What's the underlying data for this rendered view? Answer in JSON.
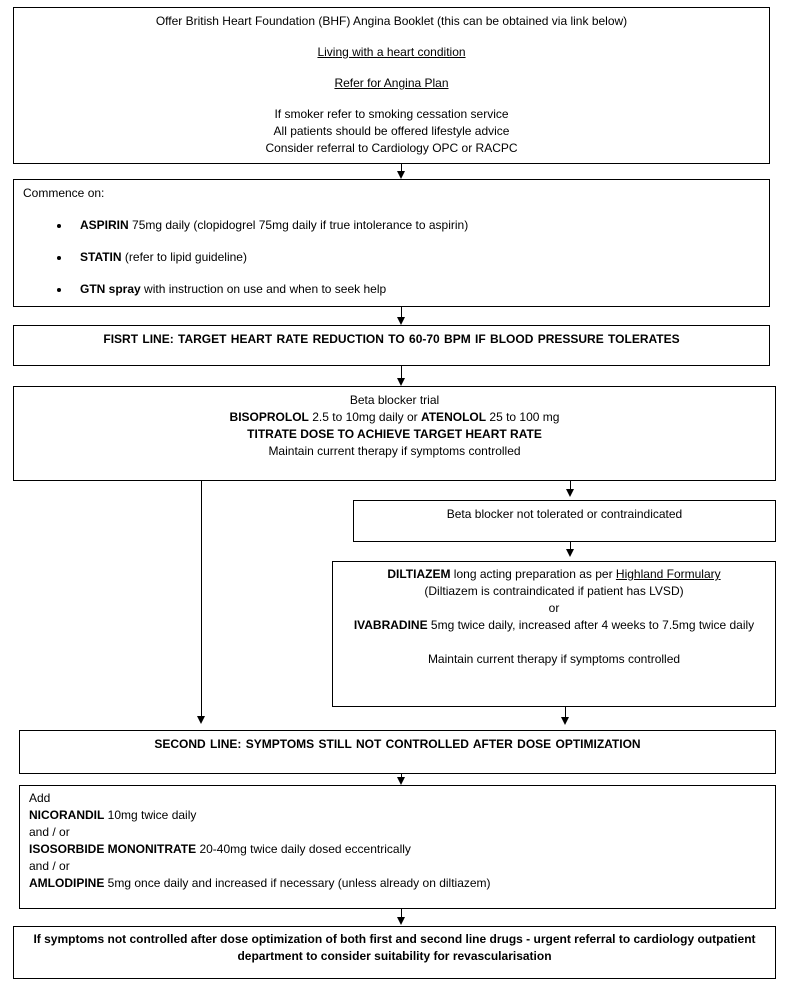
{
  "box1": {
    "line1": "Offer British Heart Foundation (BHF) Angina Booklet (this can be obtained via link below)",
    "link1": "Living with a heart condition",
    "link2": "Refer for Angina Plan",
    "line2": "If smoker refer to smoking cessation service",
    "line3": "All patients should be offered lifestyle advice",
    "line4": "Consider referral to Cardiology OPC or RACPC"
  },
  "box2": {
    "heading": "Commence on:",
    "items": [
      {
        "drug": "ASPIRIN",
        "text": " 75mg daily (clopidogrel 75mg daily if true intolerance to aspirin)"
      },
      {
        "drug": "STATIN",
        "text": " (refer to lipid guideline)"
      },
      {
        "drug": "GTN spray",
        "text": " with instruction on use and when to seek help"
      }
    ]
  },
  "box3": {
    "text": "FISRT LINE: TARGET HEART RATE REDUCTION TO 60-70 BPM IF BLOOD PRESSURE TOLERATES"
  },
  "box4": {
    "line1": "Beta blocker trial",
    "drug1": "BISOPROLOL",
    "dose1": " 2.5 to 10mg daily or ",
    "drug2": "ATENOLOL",
    "dose2": " 25 to 100 mg",
    "line3": "TITRATE DOSE TO ACHIEVE TARGET HEART RATE",
    "line4": "Maintain current therapy if symptoms controlled"
  },
  "box5": {
    "text": "Beta blocker not tolerated or contraindicated"
  },
  "box6": {
    "drug1": "DILTIAZEM",
    "text1": " long acting preparation as per ",
    "link": "Highland Formulary",
    "line2": "(Diltiazem is contraindicated if patient has LVSD)",
    "or": "or",
    "drug2": "IVABRADINE",
    "text2": "  5mg twice daily, increased after 4 weeks to 7.5mg twice daily",
    "line5": "Maintain current therapy if symptoms controlled"
  },
  "box7": {
    "text": "SECOND LINE: SYMPTOMS STILL NOT CONTROLLED AFTER DOSE OPTIMIZATION"
  },
  "box8": {
    "add": "Add",
    "drug1": "NICORANDIL",
    "dose1": "  10mg twice daily",
    "andor1": "and / or",
    "drug2": "ISOSORBIDE MONONITRATE",
    "dose2": "  20-40mg  twice daily dosed eccentrically",
    "andor2": "and / or",
    "drug3": "AMLODIPINE",
    "dose3": "  5mg once daily and increased if necessary (unless already on diltiazem)"
  },
  "box9": {
    "text": "If symptoms not controlled after dose optimization of both first and second line drugs - urgent referral to cardiology outpatient department to consider suitability for revascularisation"
  }
}
